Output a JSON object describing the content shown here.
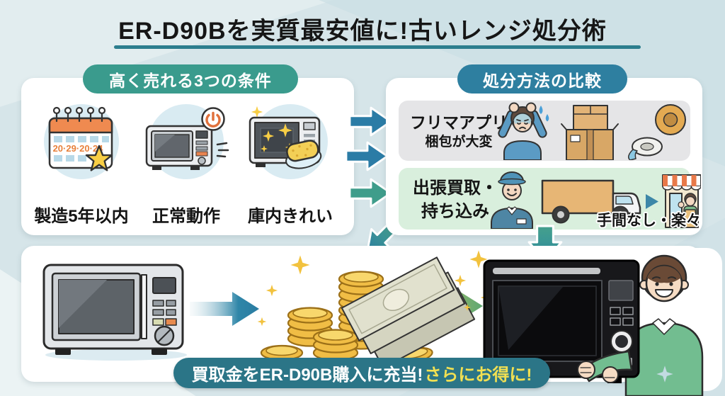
{
  "title": "ER-D90Bを実質最安値に!古いレンジ処分術",
  "left_panel": {
    "header": "高く売れる3つの条件",
    "conditions": [
      {
        "icon": "calendar-star-icon",
        "calendar_dates": "20·29·20·24",
        "label": "製造5年以内"
      },
      {
        "icon": "microwave-power-icon",
        "label": "正常動作"
      },
      {
        "icon": "microwave-sponge-icon",
        "label": "庫内きれい"
      }
    ]
  },
  "right_panel": {
    "header": "処分方法の比較",
    "options": [
      {
        "name": "フリマアプリ",
        "note": "梱包が大変",
        "tone": "negative",
        "illustrations": [
          "stressed-man-icon",
          "cardboard-boxes-icon",
          "packing-tape-icon"
        ]
      },
      {
        "name": "出張買取・持ち込み",
        "lines": [
          "出張買取・",
          "持ち込み"
        ],
        "result": "手間なし・楽々",
        "tone": "positive",
        "illustrations": [
          "delivery-worker-icon",
          "truck-icon",
          "shop-icon"
        ]
      }
    ]
  },
  "bottom_panel": {
    "flow": [
      "old-microwave-icon",
      "arrow-right",
      "coins-icon",
      "banknotes-icon",
      "arrow-right",
      "new-microwave-icon",
      "happy-man-icon"
    ],
    "banner": {
      "main": "買取金をER-D90B購入に充当!",
      "highlight": "さらにお得に!"
    }
  },
  "colors": {
    "background": "#d6e5e9",
    "panel": "#ffffff",
    "title_text": "#161616",
    "title_underline": "#2c7e8e",
    "conditions_badge": "#3a9b8d",
    "comparison_badge": "#2e7fa0",
    "negative_row": "#e5e5e7",
    "positive_row": "#d9efdd",
    "arrow_blue": "#2b7ca6",
    "arrow_teal": "#3f9d8b",
    "banner_bg": "#2b7587",
    "banner_highlight": "#f2e052",
    "coin_gold": "#f1c04a"
  }
}
